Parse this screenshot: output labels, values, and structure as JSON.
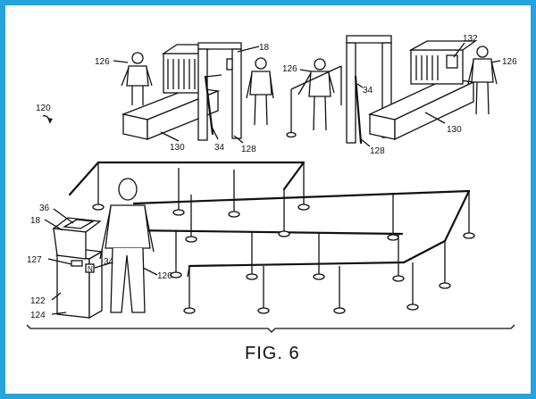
{
  "figure": {
    "caption": "FIG. 6",
    "system_ref": "120"
  },
  "labels": {
    "person_top_left": "126",
    "scanner_top_left": "18",
    "conveyor_left": "130",
    "reader_left": "34",
    "gate_left": "128",
    "person_top_mid": "126",
    "reader_mid": "34",
    "gate_right": "128",
    "scanner_top_right": "132",
    "person_top_right": "126",
    "conveyor_right": "130",
    "kiosk_screen": "36",
    "kiosk_scanner": "18",
    "kiosk_slot": "127",
    "kiosk_reader": "34",
    "kiosk_body": "122",
    "kiosk_base": "124",
    "person_queue": "126"
  }
}
